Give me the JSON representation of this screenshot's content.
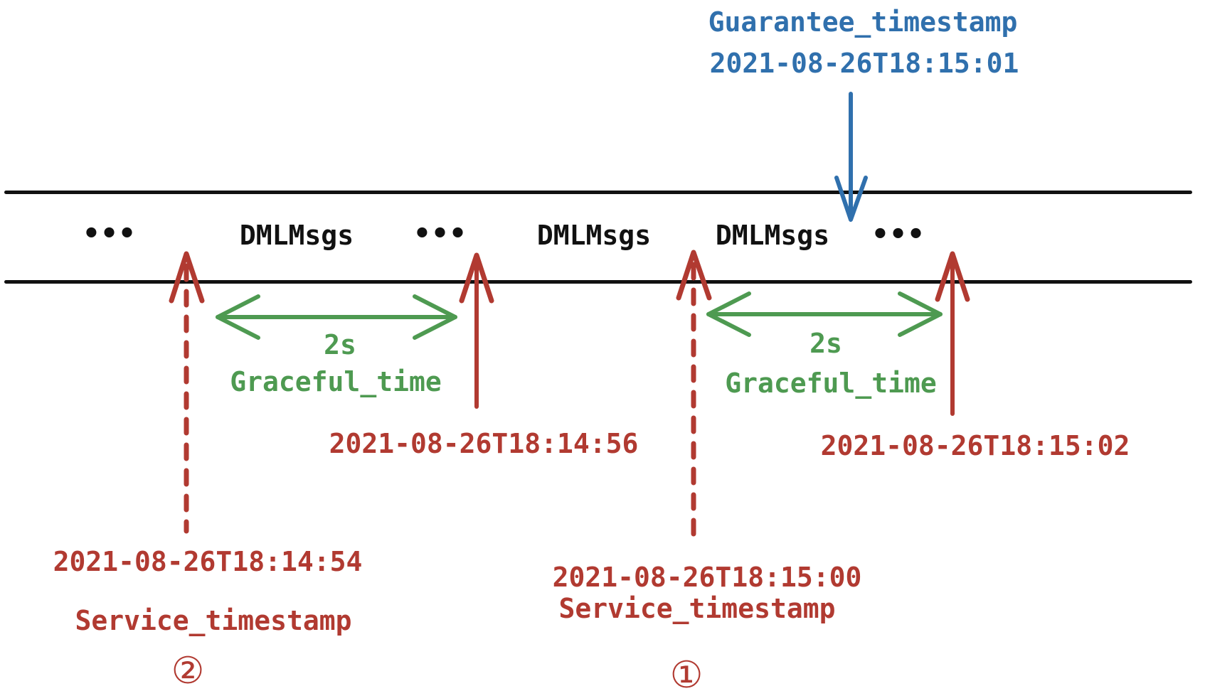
{
  "colors": {
    "red": "#b13a31",
    "green": "#4e9a51",
    "blue": "#3070ad",
    "ink": "#111111",
    "bg": "#ffffff"
  },
  "guarantee": {
    "label": "Guarantee_timestamp",
    "timestamp": "2021-08-26T18:15:01"
  },
  "timeline": {
    "segments": [
      {
        "type": "ellipsis",
        "text": "•••"
      },
      {
        "type": "message",
        "text": "DMLMsgs"
      },
      {
        "type": "ellipsis",
        "text": "•••"
      },
      {
        "type": "message",
        "text": "DMLMsgs"
      },
      {
        "type": "message",
        "text": "DMLMsgs"
      },
      {
        "type": "ellipsis",
        "text": "•••"
      }
    ]
  },
  "graceful_intervals": [
    {
      "duration": "2s",
      "label": "Graceful_time"
    },
    {
      "duration": "2s",
      "label": "Graceful_time"
    }
  ],
  "events": [
    {
      "timestamp": "2021-08-26T18:14:54",
      "label": "Service_timestamp",
      "marker": "②",
      "line_style": "dashed"
    },
    {
      "timestamp": "2021-08-26T18:14:56",
      "line_style": "solid"
    },
    {
      "timestamp": "2021-08-26T18:15:00",
      "label": "Service_timestamp",
      "marker": "①",
      "line_style": "dashed"
    },
    {
      "timestamp": "2021-08-26T18:15:02",
      "line_style": "solid"
    }
  ]
}
